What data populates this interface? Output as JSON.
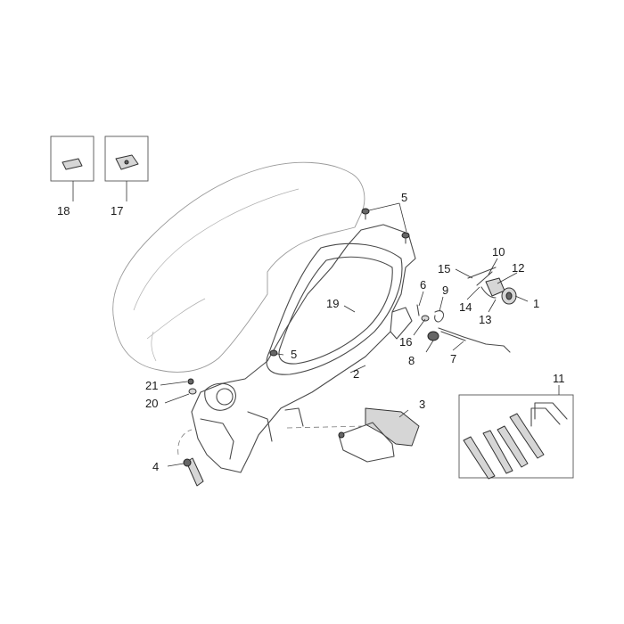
{
  "callouts": {
    "c1": "1",
    "c2": "2",
    "c3": "3",
    "c4": "4",
    "c5a": "5",
    "c5b": "5",
    "c6": "6",
    "c7": "7",
    "c8": "8",
    "c9": "9",
    "c10": "10",
    "c11": "11",
    "c12": "12",
    "c13": "13",
    "c14": "14",
    "c15": "15",
    "c16": "16",
    "c17": "17",
    "c18": "18",
    "c19": "19",
    "c20": "20",
    "c21": "21"
  },
  "colors": {
    "line": "#4a4a4a",
    "seat_outline": "#9a9a9a",
    "part_fill": "#d6d6d6",
    "background": "#ffffff"
  }
}
